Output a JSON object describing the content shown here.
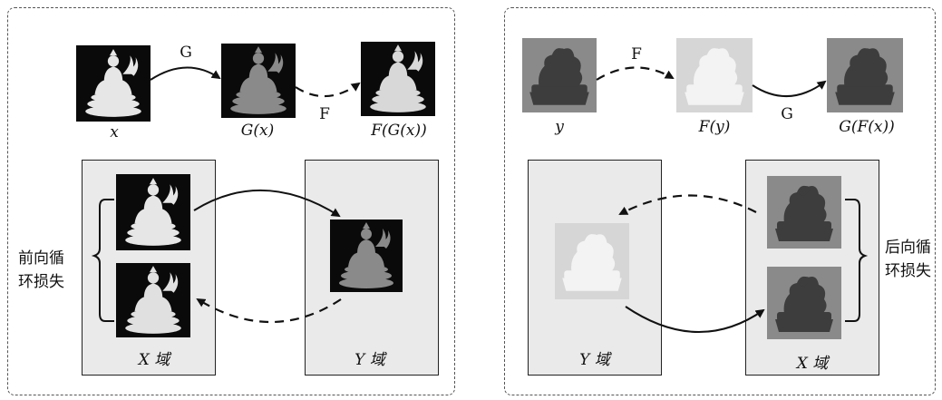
{
  "left": {
    "images": {
      "x": "x",
      "gx": "G(x)",
      "fgx": "F(G(x))"
    },
    "arrows": {
      "g": "G",
      "f": "F"
    },
    "domain_x": "X 域",
    "domain_y": "Y 域",
    "side_label": [
      "前向循",
      "环损失"
    ]
  },
  "right": {
    "images": {
      "y": "y",
      "fy": "F(y)",
      "gfx": "G(F(x))"
    },
    "arrows": {
      "f": "F",
      "g": "G"
    },
    "domain_y": "Y 域",
    "domain_x": "X 域",
    "side_label": [
      "后向循",
      "环损失"
    ]
  },
  "colors": {
    "dark_bg": "#0a0a0a",
    "statue": "#dcdcdc",
    "sculpture_dark": "#5a5a5a",
    "box_bg": "#eaeaea"
  }
}
